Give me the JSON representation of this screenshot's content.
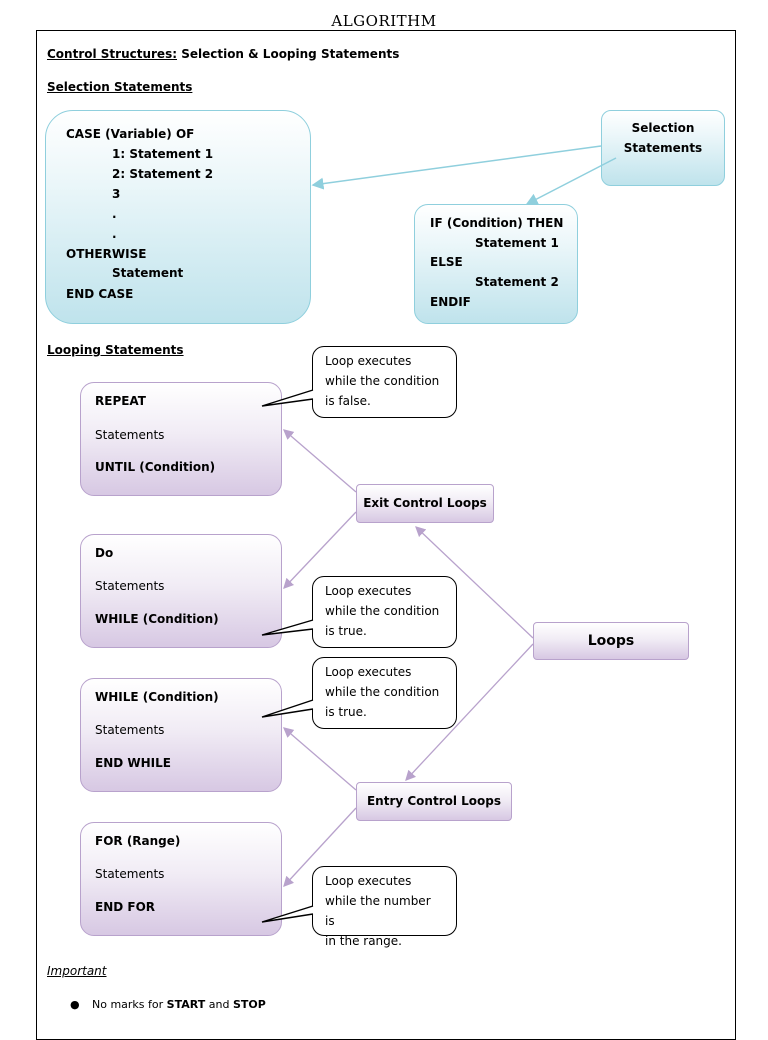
{
  "doc_title": "ALGORITHM",
  "heading": {
    "underlined": "Control Structures:",
    "rest": " Selection & Looping Statements"
  },
  "selection": {
    "heading": "Selection Statements",
    "case_lines": [
      "CASE (Variable) OF",
      "1: Statement 1",
      "2: Statement 2",
      "3",
      ".",
      ".",
      "OTHERWISE",
      "Statement",
      "END CASE"
    ],
    "label_box": [
      "Selection",
      "Statements"
    ],
    "if_lines": [
      "IF (Condition) THEN",
      "Statement 1",
      "ELSE",
      "Statement 2",
      "ENDIF"
    ]
  },
  "looping": {
    "heading": "Looping Statements",
    "repeat": [
      "REPEAT",
      "Statements",
      "UNTIL (Condition)"
    ],
    "do": [
      "Do",
      "Statements",
      "WHILE (Condition)"
    ],
    "while": [
      "WHILE (Condition)",
      "Statements",
      "END WHILE"
    ],
    "for": [
      "FOR (Range)",
      "Statements",
      "END FOR"
    ],
    "callout_false": [
      "Loop executes",
      "while the condition",
      "is false."
    ],
    "callout_true_1": [
      "Loop executes",
      "while the condition",
      "is true."
    ],
    "callout_true_2": [
      "Loop executes",
      "while the condition",
      "is true."
    ],
    "callout_range": [
      "Loop executes",
      "while the number is",
      "in the range."
    ],
    "exit_label": "Exit Control Loops",
    "entry_label": "Entry Control Loops",
    "loops_label": "Loops"
  },
  "important": {
    "heading": "Important",
    "bullets": [
      {
        "plain": "No marks for ",
        "b1": "START",
        "mid": " and ",
        "b2": "STOP"
      }
    ]
  },
  "colors": {
    "blue_border": "#8fcfdd",
    "purple_border": "#b8a2cc",
    "arrow_blue": "#8fcfdd",
    "arrow_purple": "#b8a2cc"
  }
}
